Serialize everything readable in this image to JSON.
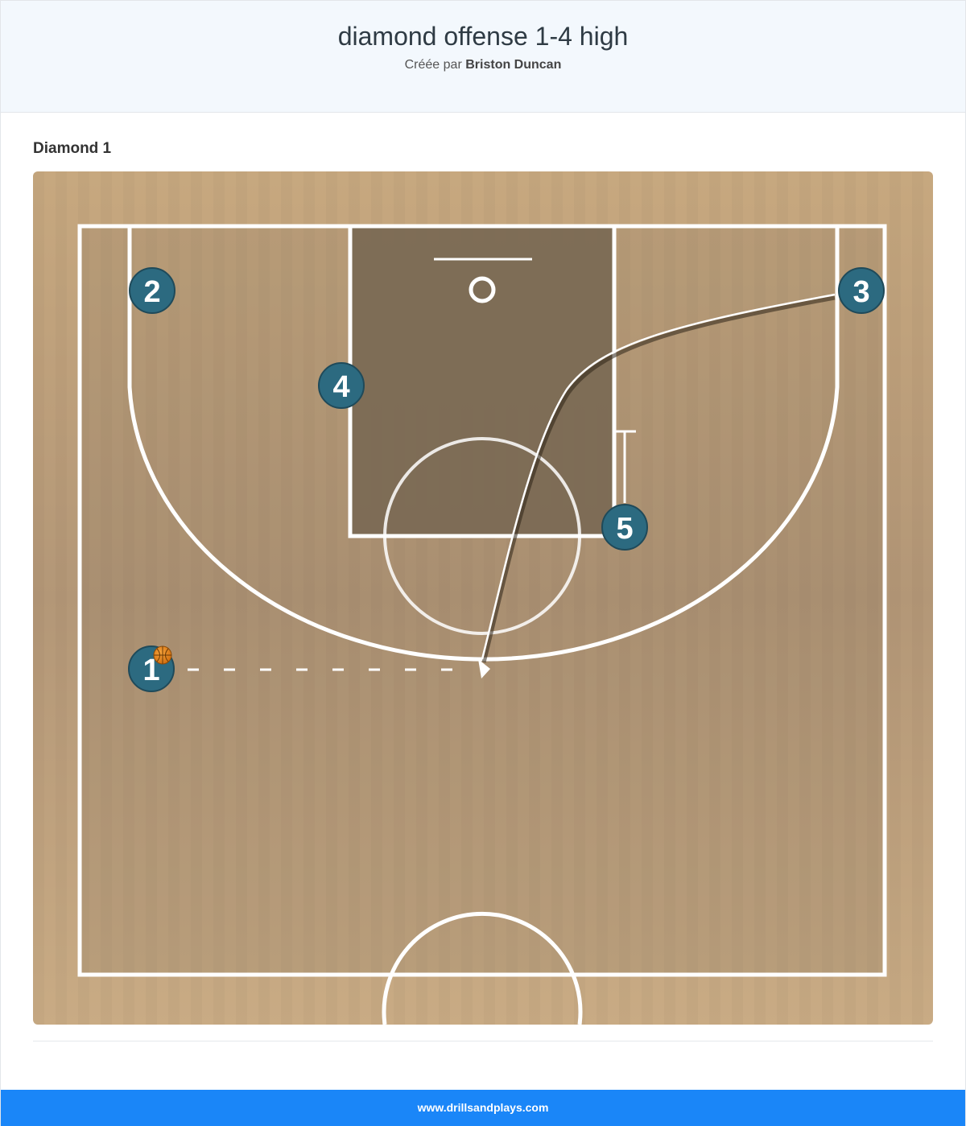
{
  "page": {
    "title": "diamond offense 1-4 high",
    "byline_prefix": "Créée par",
    "author": "Briston Duncan"
  },
  "diagram": {
    "title": "Diamond 1",
    "players": [
      {
        "label": "1",
        "has_ball": true
      },
      {
        "label": "2",
        "has_ball": false
      },
      {
        "label": "3",
        "has_ball": false
      },
      {
        "label": "4",
        "has_ball": false
      },
      {
        "label": "5",
        "has_ball": false
      }
    ],
    "actions": [
      {
        "type": "dribble",
        "from": "1"
      },
      {
        "type": "cut",
        "from": "3"
      },
      {
        "type": "screen",
        "from": "5"
      }
    ],
    "colors": {
      "floor": "#c9ac84",
      "paint": "#7b6a54",
      "lines": "#ffffff",
      "player": "#2c6a80",
      "ball": "#e9861c"
    }
  },
  "footer": {
    "site": "www.drillsandplays.com"
  }
}
